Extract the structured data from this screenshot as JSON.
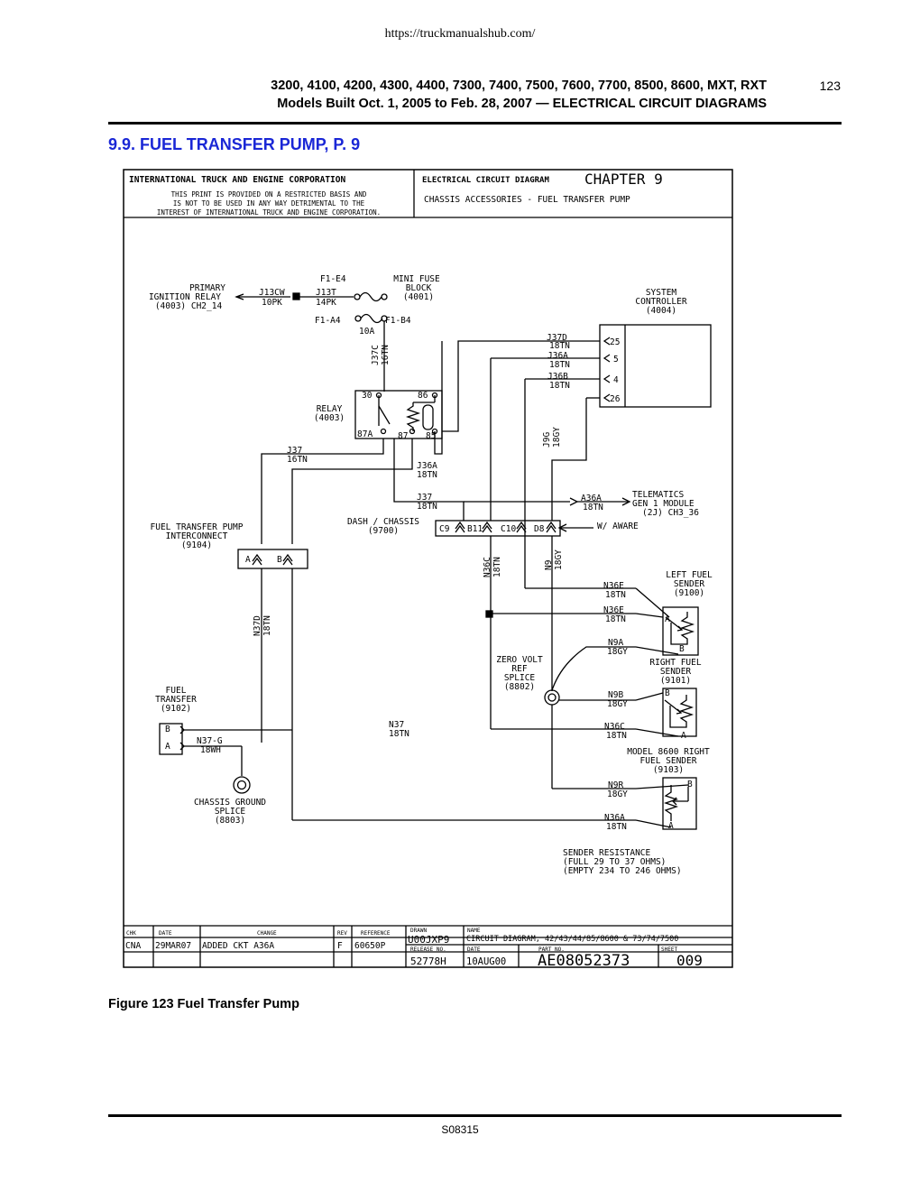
{
  "page": {
    "url": "https://truckmanualshub.com/",
    "header_models": "3200, 4100, 4200, 4300, 4400, 7300, 7400, 7500, 7600, 7700, 8500, 8600, MXT, RXT",
    "header_sub": "Models Built Oct. 1, 2005 to Feb. 28, 2007 — ELECTRICAL CIRCUIT DIAGRAMS",
    "page_number": "123",
    "section_title": "9.9. FUEL TRANSFER PUMP, P. 9",
    "figure_caption": "Figure 123   Fuel Transfer Pump",
    "footer_code": "S08315"
  },
  "title_block": {
    "company": "INTERNATIONAL TRUCK AND ENGINE CORPORATION",
    "notice": [
      "THIS PRINT IS PROVIDED ON A RESTRICTED BASIS AND",
      "IS NOT TO BE USED IN ANY WAY DETRIMENTAL TO THE",
      "INTEREST OF INTERNATIONAL TRUCK AND ENGINE CORPORATION."
    ],
    "doc_type": "ELECTRICAL CIRCUIT DIAGRAM",
    "chapter": "CHAPTER  9",
    "subject": "CHASSIS ACCESSORIES - FUEL TRANSFER PUMP"
  },
  "revision_block": {
    "headers": {
      "chk": "CHK",
      "date": "DATE",
      "change": "CHANGE",
      "rev": "REV",
      "reference": "REFERENCE",
      "drawn": "DRAWN",
      "name": "NAME",
      "release_no": "RELEASE NO.",
      "date2": "DATE",
      "part_no": "PART NO.",
      "sheet": "SHEET"
    },
    "row": {
      "chk": "CNA",
      "date": "29MAR07",
      "change": "ADDED CKT A36A",
      "rev": "F",
      "reference": "60650P"
    },
    "drawn": "U00JXP9",
    "name": "CIRCUIT DIAGRAM, 42/43/44/85/8600 & 73/74/7500",
    "release_no": "52778H",
    "release_date": "10AUG00",
    "part_no": "AE08052373",
    "sheet": "009"
  },
  "diagram": {
    "primary_relay": [
      "PRIMARY",
      "IGNITION RELAY",
      "(4003) CH2_14"
    ],
    "j13cw": [
      "J13CW",
      "10PK"
    ],
    "j13t": [
      "J13T",
      "14PK"
    ],
    "fuse_top": "F1-E4",
    "fuse_block": [
      "MINI FUSE",
      "BLOCK",
      "(4001)"
    ],
    "fuse_a4": "F1-A4",
    "fuse_b4": "F1-B4",
    "fuse_amp": "10A",
    "j37c": [
      "J37C",
      "16TN"
    ],
    "relay": [
      "RELAY",
      "(4003)"
    ],
    "pin_30": "30",
    "pin_86": "86",
    "pin_87a": "87A",
    "pin_87": "87",
    "pin_85": "85",
    "system_controller": [
      "SYSTEM",
      "CONTROLLER",
      "(4004)"
    ],
    "j37d": [
      "J37D",
      "18TN"
    ],
    "j36a_top": [
      "J36A",
      "18TN"
    ],
    "j36b": [
      "J36B",
      "18TN"
    ],
    "pin_25": "25",
    "pin_5": "5",
    "pin_4": "4",
    "pin_26": "26",
    "j9g": [
      "J9G",
      "18GY"
    ],
    "j37_16": [
      "J37",
      "16TN"
    ],
    "j36a_mid": [
      "J36A",
      "18TN"
    ],
    "j37_18": [
      "J37",
      "18TN"
    ],
    "a36a": [
      "A36A",
      "18TN"
    ],
    "telematics": [
      "TELEMATICS",
      "GEN 1 MODULE",
      "(2J) CH3_36"
    ],
    "w_aware": "W/ AWARE",
    "dash_chassis": [
      "DASH / CHASSIS",
      "(9700)"
    ],
    "conn_c9": "C9",
    "conn_b11": "B11",
    "conn_c10": "C10",
    "conn_d8": "D8",
    "interconnect": [
      "FUEL TRANSFER PUMP",
      "INTERCONNECT",
      "(9104)"
    ],
    "conn_a": "A",
    "conn_b": "B",
    "n36c_v": [
      "N36C",
      "18TN"
    ],
    "n9_v": [
      "N9",
      "18GY"
    ],
    "n37d": [
      "N37D",
      "18TN"
    ],
    "left_sender": [
      "LEFT FUEL",
      "SENDER",
      "(9100)"
    ],
    "n36e_1": [
      "N36E",
      "18TN"
    ],
    "n36e_2": [
      "N36E",
      "18TN"
    ],
    "n9a": [
      "N9A",
      "18GY"
    ],
    "right_sender": [
      "RIGHT FUEL",
      "SENDER",
      "(9101)"
    ],
    "zero_volt": [
      "ZERO VOLT",
      "REF",
      "SPLICE",
      "(8802)"
    ],
    "n9b": [
      "N9B",
      "18GY"
    ],
    "n36c_h": [
      "N36C",
      "18TN"
    ],
    "model_sender": [
      "MODEL 8600 RIGHT",
      "FUEL SENDER",
      "(9103)"
    ],
    "n9r": [
      "N9R",
      "18GY"
    ],
    "n36a_b": [
      "N36A",
      "18TN"
    ],
    "fuel_transfer": [
      "FUEL",
      "TRANSFER",
      "(9102)"
    ],
    "n37g": [
      "N37-G",
      "18WH"
    ],
    "n37_bottom": [
      "N37",
      "18TN"
    ],
    "ground_splice": [
      "CHASSIS GROUND",
      "SPLICE",
      "(8803)"
    ],
    "sender_resistance": [
      "SENDER RESISTANCE",
      "(FULL 29 TO 37 OHMS)",
      "(EMPTY 234 TO 246 OHMS)"
    ],
    "pin_A": "A",
    "pin_B": "B"
  }
}
